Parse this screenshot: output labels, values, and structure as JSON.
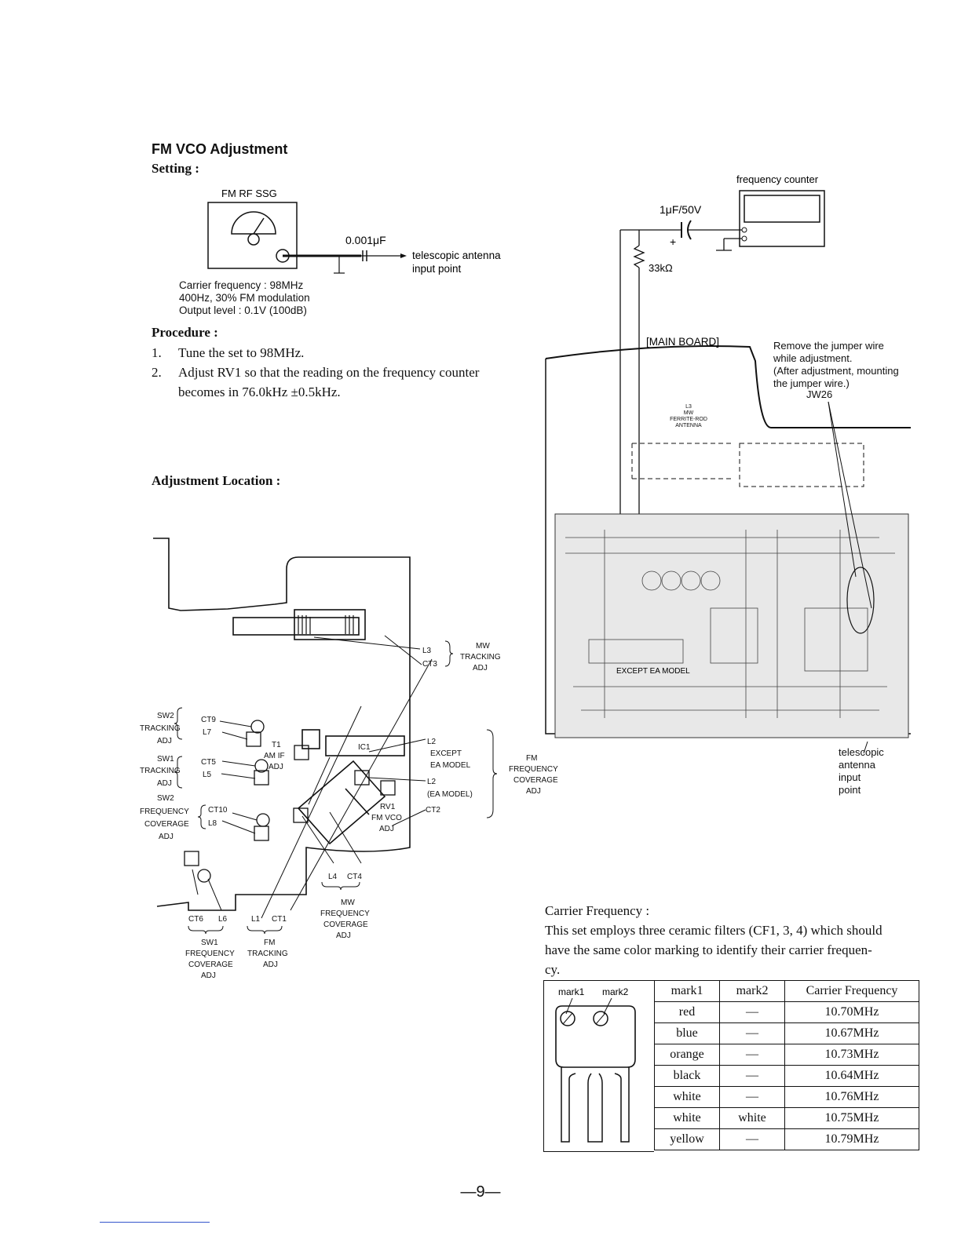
{
  "title": "FM VCO Adjustment",
  "setting": {
    "heading": "Setting :",
    "ssg_label": "FM RF SSG",
    "cap_label": "0.001μF",
    "antenna_label_1": "telescopic antenna",
    "antenna_label_2": "input point",
    "ssg_specs": [
      "Carrier frequency : 98MHz",
      "400Hz, 30% FM modulation",
      "Output level : 0.1V (100dB)"
    ]
  },
  "procedure": {
    "heading": "Procedure :",
    "steps": [
      {
        "num": "1.",
        "text": "Tune the set to 98MHz."
      },
      {
        "num": "2.",
        "text": "Adjust RV1 so that the reading on the frequency counter"
      },
      {
        "num": "",
        "text": "becomes in 76.0kHz ±0.5kHz."
      }
    ]
  },
  "adjustment_location": {
    "heading": "Adjustment Location :",
    "labels": {
      "mw_tracking": [
        "MW",
        "TRACKING",
        "ADJ"
      ],
      "l3": "L3",
      "ct3": "CT3",
      "sw2_tracking": [
        "SW2",
        "TRACKING",
        "ADJ"
      ],
      "ct9": "CT9",
      "l7": "L7",
      "t1": "T1",
      "am_if": "AM IF",
      "adj": "ADJ",
      "ic1": "IC1",
      "sw1_tracking": [
        "SW1",
        "TRACKING",
        "ADJ"
      ],
      "ct5": "CT5",
      "l5": "L5",
      "sw2_freq": [
        "SW2",
        "FREQUENCY",
        "COVERAGE",
        "ADJ"
      ],
      "ct10": "CT10",
      "l8": "L8",
      "l2_except": [
        "L2",
        "EXCEPT",
        "EA MODEL"
      ],
      "l2_ea": [
        "L2",
        "(EA MODEL)"
      ],
      "fm_freq": [
        "FM",
        "FREQUENCY",
        "COVERAGE",
        "ADJ"
      ],
      "rv1": [
        "RV1",
        "FM VCO",
        "ADJ"
      ],
      "ct2": "CT2",
      "l4": "L4",
      "ct4": "CT4",
      "mw_freq": [
        "MW",
        "FREQUENCY",
        "COVERAGE",
        "ADJ"
      ],
      "ct6": "CT6",
      "l6": "L6",
      "sw1_freq": [
        "SW1",
        "FREQUENCY",
        "COVERAGE",
        "ADJ"
      ],
      "l1": "L1",
      "ct1": "CT1",
      "fm_tracking": [
        "FM",
        "TRACKING",
        "ADJ"
      ]
    }
  },
  "board": {
    "freq_counter": "frequency counter",
    "cap": "1μF/50V",
    "resistor": "33kΩ",
    "plus": "+",
    "main_board": "[MAIN BOARD]",
    "jumper_note": [
      "Remove the jumper wire",
      "while adjustment.",
      "(After adjustment, mounting",
      "the jumper wire.)"
    ],
    "jw": "JW26",
    "l3_note": [
      "L3",
      "MW",
      "FERRITE-ROD",
      "ANTENNA"
    ],
    "except_ea": "EXCEPT EA MODEL",
    "antenna_point": [
      "telescopic",
      "antenna",
      "input",
      "point"
    ]
  },
  "carrier": {
    "heading": "Carrier Frequency :",
    "text_lines": [
      "This set employs three ceramic filters (CF1, 3, 4) which should",
      "have the same color marking to identify their carrier frequen-",
      "cy."
    ],
    "mark_labels": [
      "mark1",
      "mark2"
    ],
    "headers": [
      "mark1",
      "mark2",
      "Carrier Frequency"
    ],
    "rows": [
      [
        "red",
        "—",
        "10.70MHz"
      ],
      [
        "blue",
        "—",
        "10.67MHz"
      ],
      [
        "orange",
        "—",
        "10.73MHz"
      ],
      [
        "black",
        "—",
        "10.64MHz"
      ],
      [
        "white",
        "—",
        "10.76MHz"
      ],
      [
        "white",
        "white",
        "10.75MHz"
      ],
      [
        "yellow",
        "—",
        "10.79MHz"
      ]
    ]
  },
  "page_number": "—9—"
}
